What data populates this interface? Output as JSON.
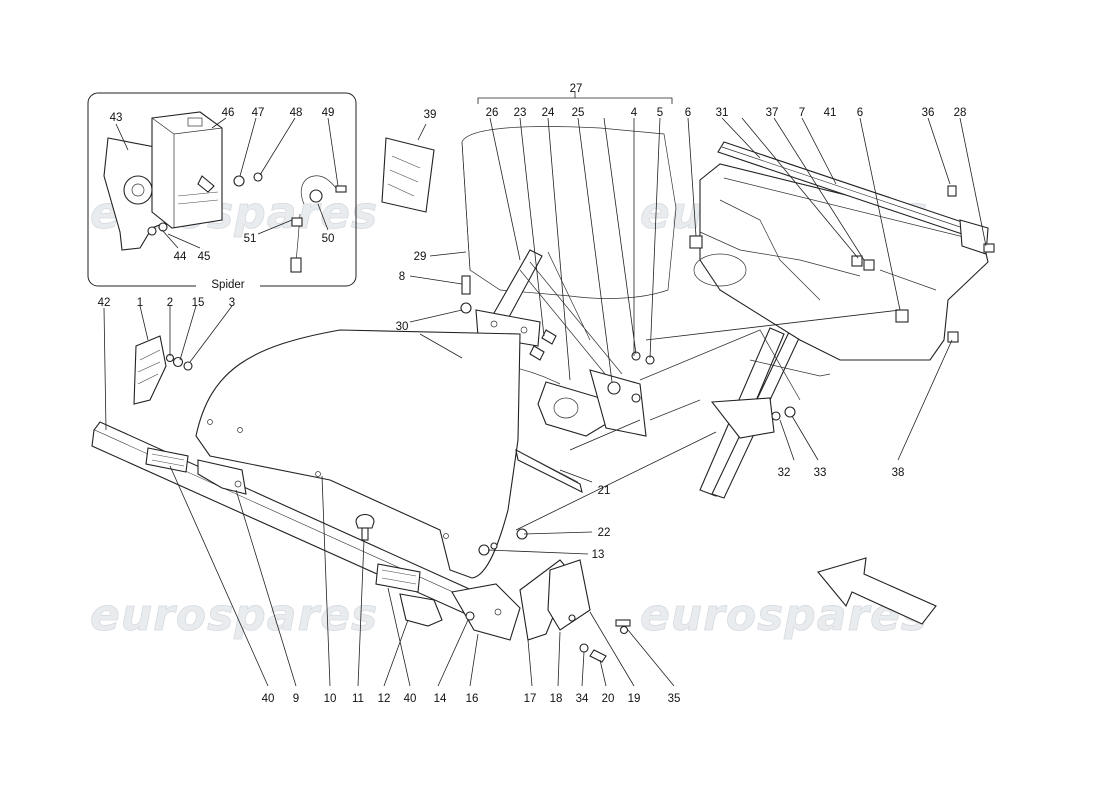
{
  "inset": {
    "label": "Spider"
  },
  "watermarks": [
    "eurospares",
    "eurospares",
    "eurospares",
    "eurospares"
  ],
  "callouts": {
    "c1": "1",
    "c2": "2",
    "c3": "3",
    "c4": "4",
    "c5": "5",
    "c6a": "6",
    "c6b": "6",
    "c7": "7",
    "c8": "8",
    "c9": "9",
    "c10": "10",
    "c11": "11",
    "c12": "12",
    "c13": "13",
    "c14": "14",
    "c15": "15",
    "c16": "16",
    "c17": "17",
    "c18": "18",
    "c19": "19",
    "c20": "20",
    "c21": "21",
    "c22": "22",
    "c23": "23",
    "c24": "24",
    "c25": "25",
    "c26": "26",
    "c27": "27",
    "c28": "28",
    "c29": "29",
    "c30": "30",
    "c31": "31",
    "c32": "32",
    "c33": "33",
    "c34": "34",
    "c35": "35",
    "c36": "36",
    "c37": "37",
    "c38": "38",
    "c39": "39",
    "c40a": "40",
    "c40b": "40",
    "c41": "41",
    "c42": "42",
    "c43": "43",
    "c44": "44",
    "c45": "45",
    "c46": "46",
    "c47": "47",
    "c48": "48",
    "c49": "49",
    "c50": "50",
    "c51": "51"
  }
}
